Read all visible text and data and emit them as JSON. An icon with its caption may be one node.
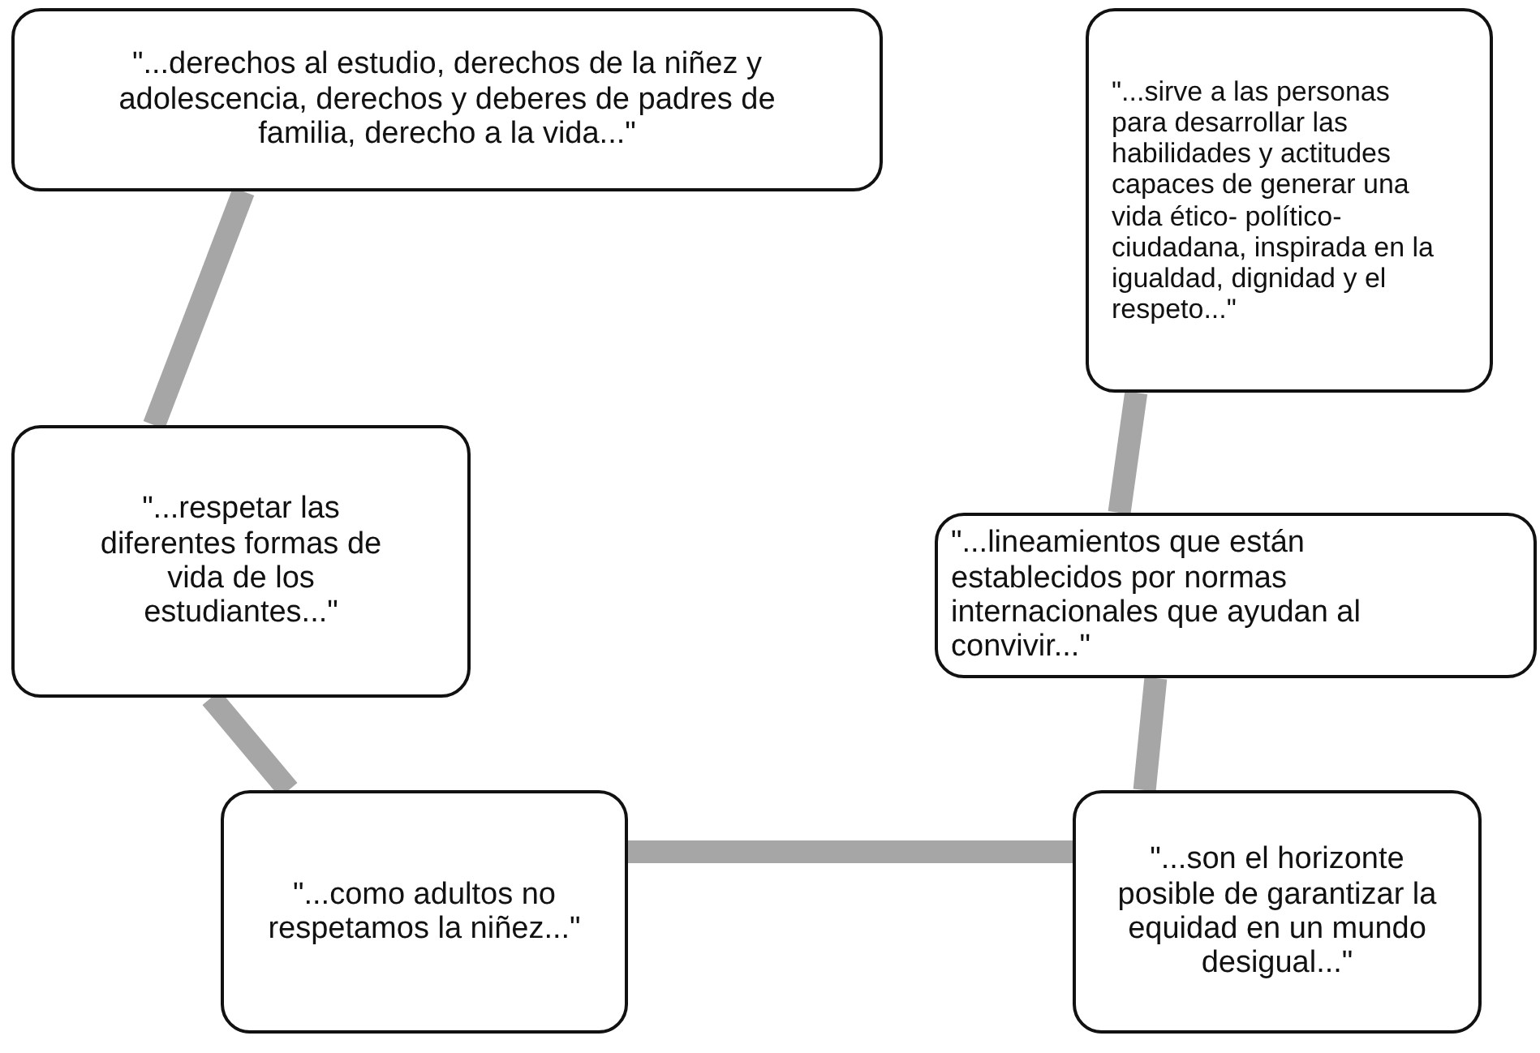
{
  "diagram": {
    "nodes": [
      {
        "text": [
          "\"...derechos al estudio, derechos de la niñez y adolescencia, derechos y deberes de padres de familia, derecho a la vida...\""
        ]
      },
      {
        "text": [
          "\"...sirve a las personas para desarrollar las habilidades y actitudes capaces de generar una vida ético- político-ciudadana, inspirada en la igualdad, dignidad y el respeto...\""
        ]
      },
      {
        "text": [
          "\"...respetar las diferentes formas de vida de los estudiantes...\""
        ]
      },
      {
        "text": [
          "\"...lineamientos que están establecidos por normas internacionales que ayudan al convivir...\""
        ]
      },
      {
        "text": [
          "\"...como adultos no respetamos la niñez...\""
        ]
      },
      {
        "text": [
          "\"...son el horizonte posible de garantizar la equidad en un mundo desigual...\""
        ]
      }
    ],
    "edges": [
      {
        "from": 0,
        "to": 2,
        "arrow": "none"
      },
      {
        "from": 2,
        "to": 4,
        "arrow": "none"
      },
      {
        "from": 4,
        "to": 5,
        "arrow": "none"
      },
      {
        "from": 5,
        "to": 3,
        "arrow": "none"
      },
      {
        "from": 3,
        "to": 1,
        "arrow": "none"
      }
    ]
  }
}
